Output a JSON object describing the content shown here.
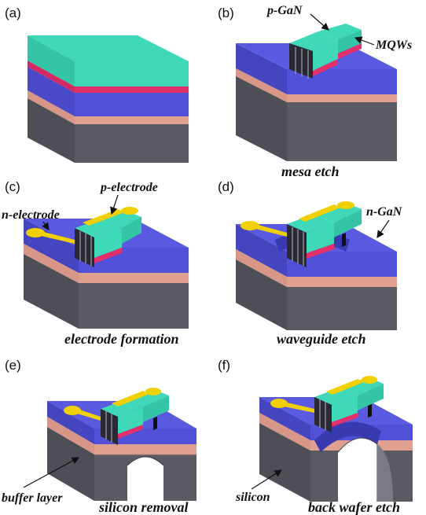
{
  "panels": [
    {
      "id": "a",
      "label": "(a)",
      "caption": ""
    },
    {
      "id": "b",
      "label": "(b)",
      "caption": "mesa etch"
    },
    {
      "id": "c",
      "label": "(c)",
      "caption": "electrode formation"
    },
    {
      "id": "d",
      "label": "(d)",
      "caption": "waveguide etch"
    },
    {
      "id": "e",
      "label": "(e)",
      "caption": "silicon removal"
    },
    {
      "id": "f",
      "label": "(f)",
      "caption": "back wafer etch"
    }
  ],
  "annotations": {
    "p_gan": "p-GaN",
    "mqws": "MQWs",
    "n_electrode": "n-electrode",
    "p_electrode": "p-electrode",
    "n_gan": "n-GaN",
    "buffer_layer": "buffer layer",
    "silicon": "silicon"
  },
  "colors": {
    "p_gan": "#3fd8b8",
    "mqw": "#e3306a",
    "n_gan": "#5050d8",
    "buffer": "#e0a090",
    "silicon": "#56565e",
    "electrode": "#f0d000"
  }
}
